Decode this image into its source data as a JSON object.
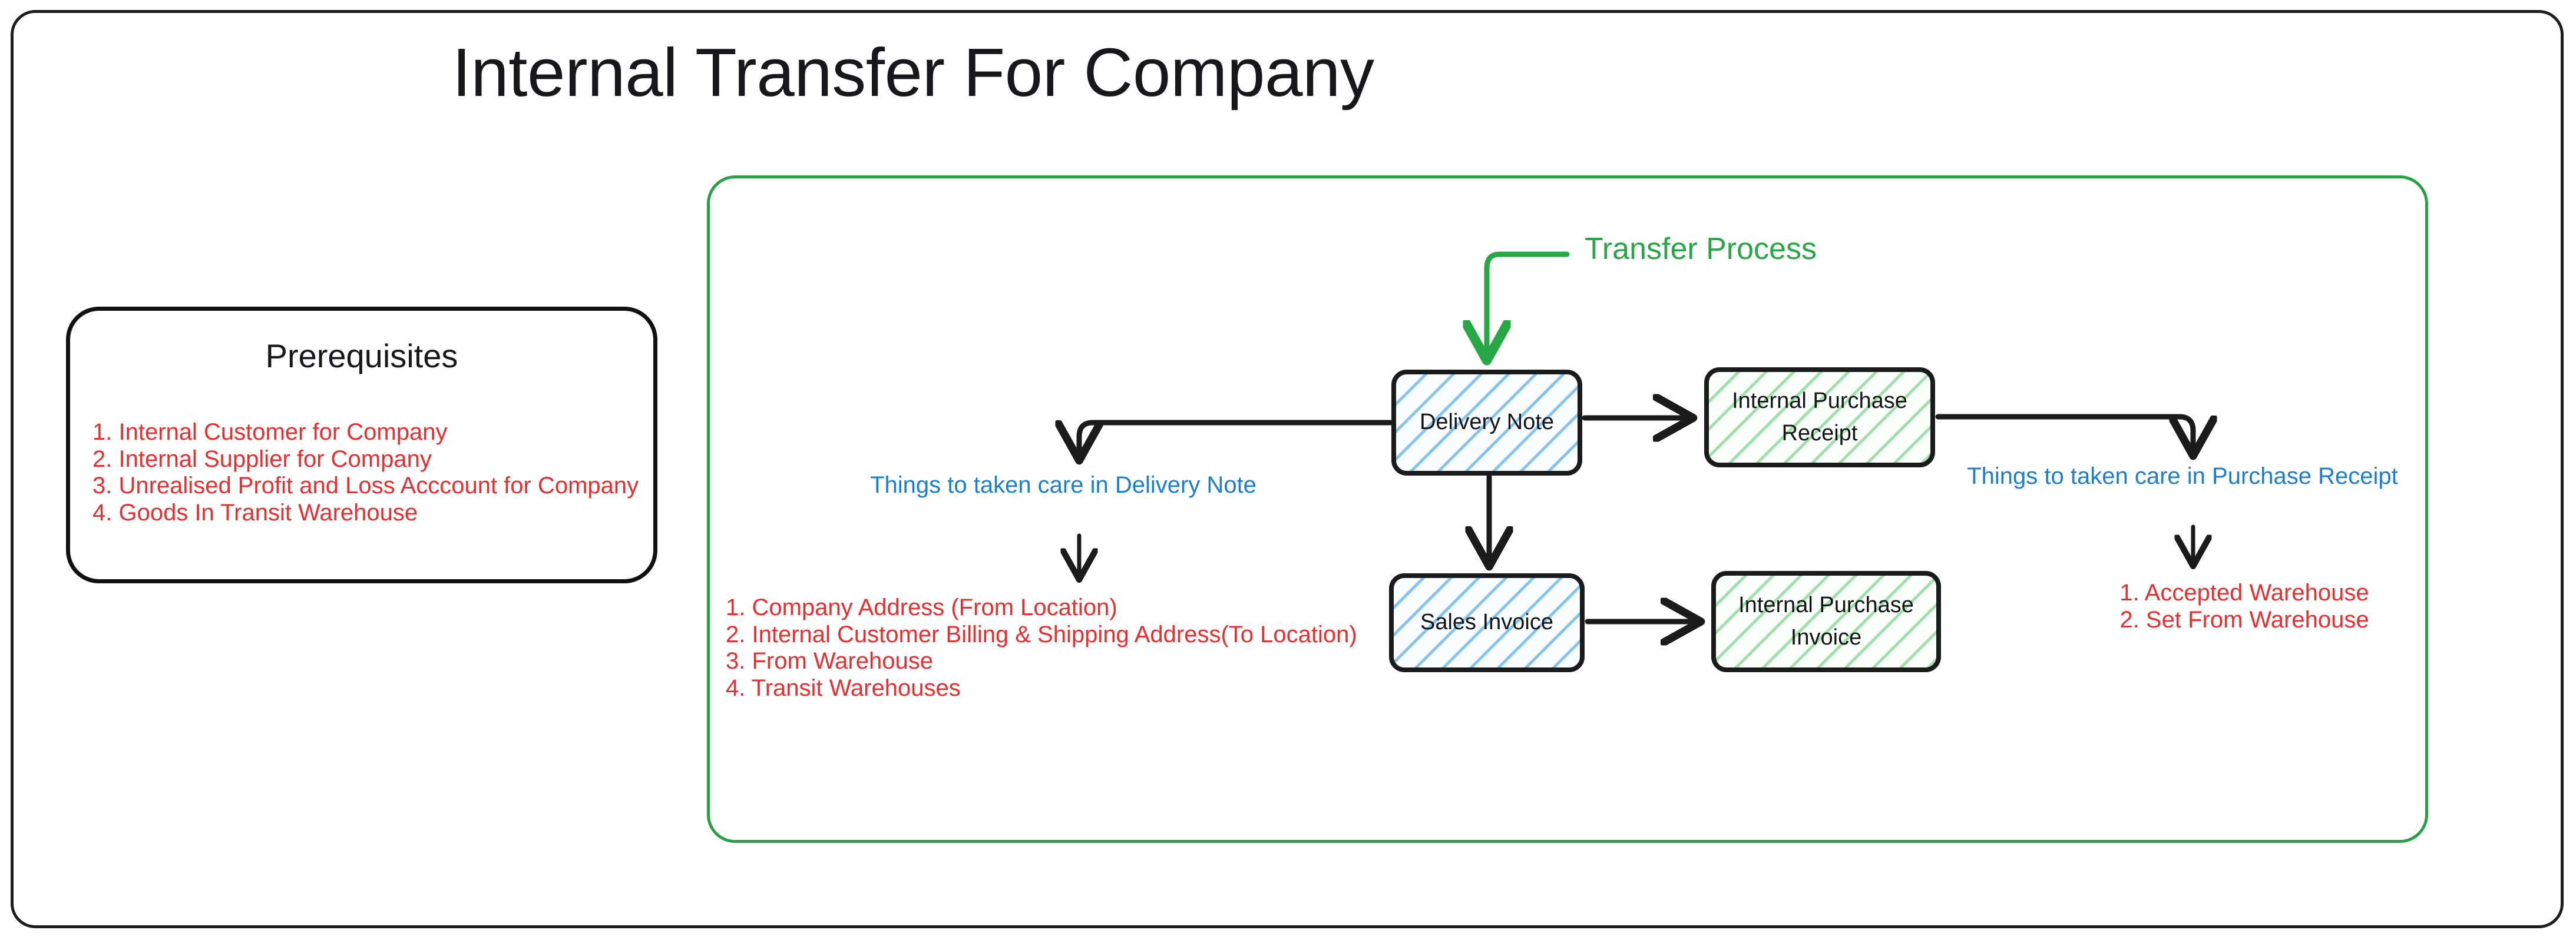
{
  "page": {
    "title": "Internal Transfer For Company"
  },
  "prerequisites": {
    "heading": "Prerequisites",
    "items": [
      "1. Internal Customer for Company",
      "2. Internal Supplier for Company",
      "3. Unrealised Profit and Loss Acccount for Company",
      "4. Goods In Transit Warehouse"
    ]
  },
  "transfer_process": {
    "label": "Transfer Process",
    "nodes": [
      {
        "id": "delivery-note",
        "label": "Delivery Note",
        "fill": "blue"
      },
      {
        "id": "purchase-receipt",
        "label": "Internal Purchase Receipt",
        "fill": "green"
      },
      {
        "id": "sales-invoice",
        "label": "Sales Invoice",
        "fill": "blue"
      },
      {
        "id": "purchase-invoice",
        "label": "Internal Purchase Invoice",
        "fill": "green"
      }
    ]
  },
  "annotations": {
    "delivery_note": {
      "heading": "Things to taken care in Delivery Note",
      "items": [
        "1. Company Address (From Location)",
        "2. Internal Customer Billing & Shipping Address(To Location)",
        "3. From Warehouse",
        "4. Transit Warehouses"
      ]
    },
    "purchase_receipt": {
      "heading": "Things to taken care in Purchase Receipt",
      "items": [
        "1. Accepted Warehouse",
        "2. Set From Warehouse"
      ]
    }
  },
  "colors": {
    "red": "#ec2d2d",
    "blue": "#1a7fd4",
    "green": "#28a745",
    "node_border": "#1b1b1b",
    "frame": "#1d1d1d"
  }
}
